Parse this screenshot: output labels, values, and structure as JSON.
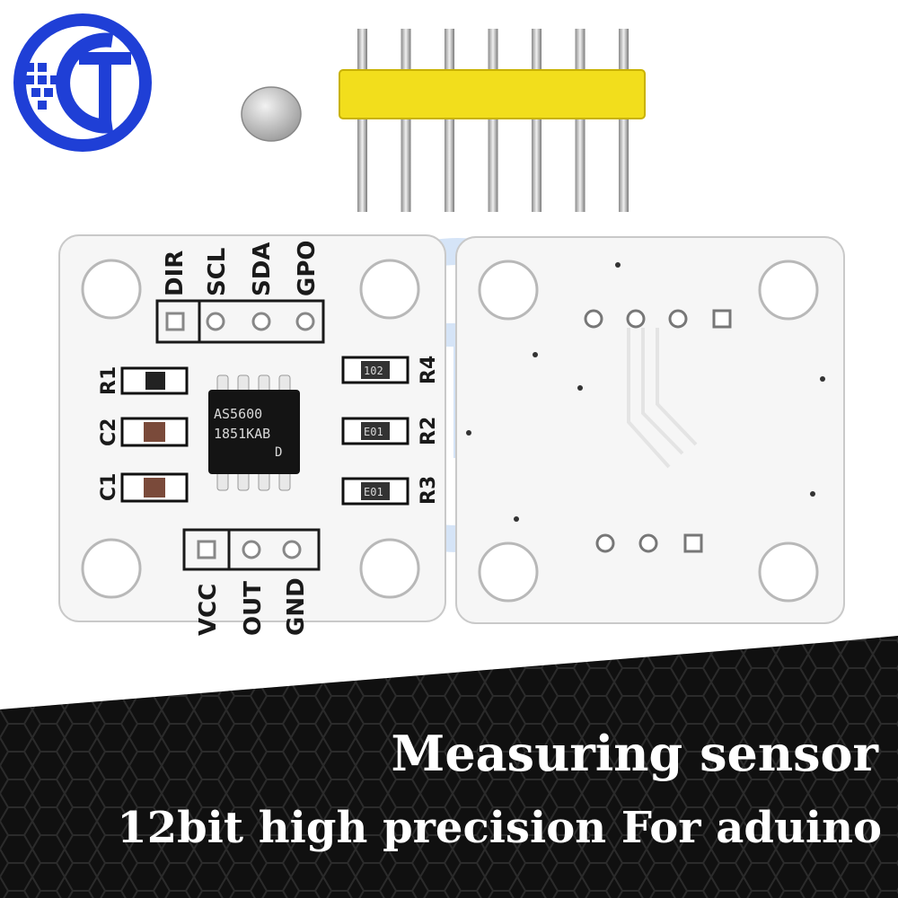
{
  "banner": {
    "line1": "Measuring sensor",
    "line2": "12bit high precision For aduino"
  },
  "board": {
    "top_pins": [
      "DIR",
      "SCL",
      "SDA",
      "GPO"
    ],
    "bottom_pins": [
      "VCC",
      "OUT",
      "GND"
    ],
    "left_parts": [
      "R1",
      "C2",
      "C1"
    ],
    "right_parts": [
      "R4",
      "R2",
      "R3"
    ],
    "chip_line1": "AS5600",
    "chip_line2": "1851KAB",
    "chip_line3": "D",
    "smd_codes": [
      "102",
      "E01",
      "E01"
    ]
  },
  "colors": {
    "logo_blue": "#1f3fd6",
    "header_yellow": "#f2de1c",
    "banner_bg": "#1b1b1b"
  }
}
